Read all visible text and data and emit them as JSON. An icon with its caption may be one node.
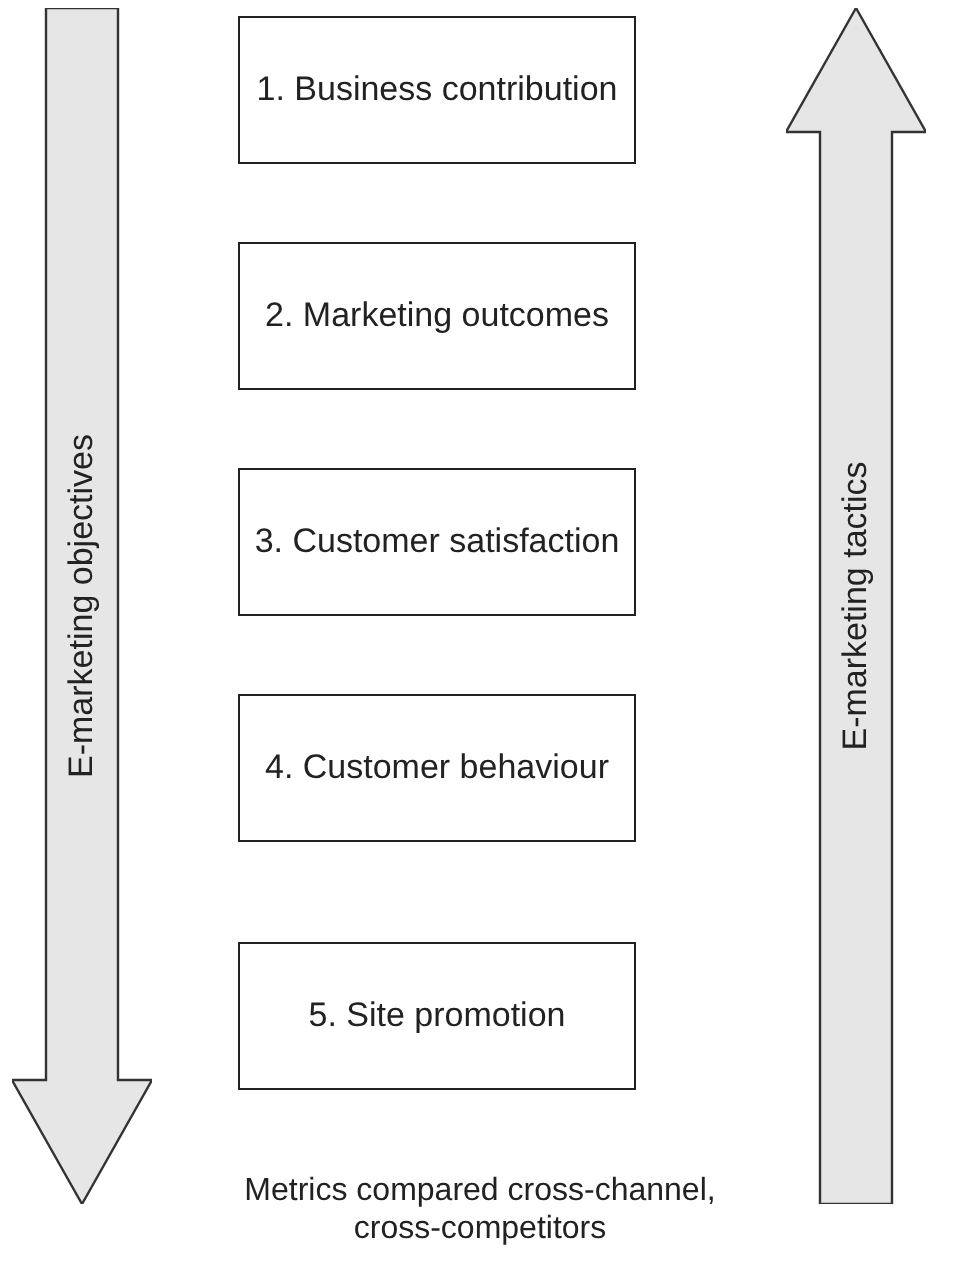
{
  "diagram": {
    "caption": "Metrics compared cross-channel, cross-competitors",
    "nodes": [
      {
        "text": [
          "E-marketing objectives"
        ]
      },
      {
        "text": [
          "1. Business contribution"
        ]
      },
      {
        "text": [
          "2. Marketing outcomes"
        ]
      },
      {
        "text": [
          "3. Customer satisfaction"
        ]
      },
      {
        "text": [
          "4. Customer behaviour"
        ]
      },
      {
        "text": [
          "5. Site promotion"
        ]
      },
      {
        "text": [
          "E-marketing tactics"
        ]
      }
    ],
    "edges": []
  }
}
